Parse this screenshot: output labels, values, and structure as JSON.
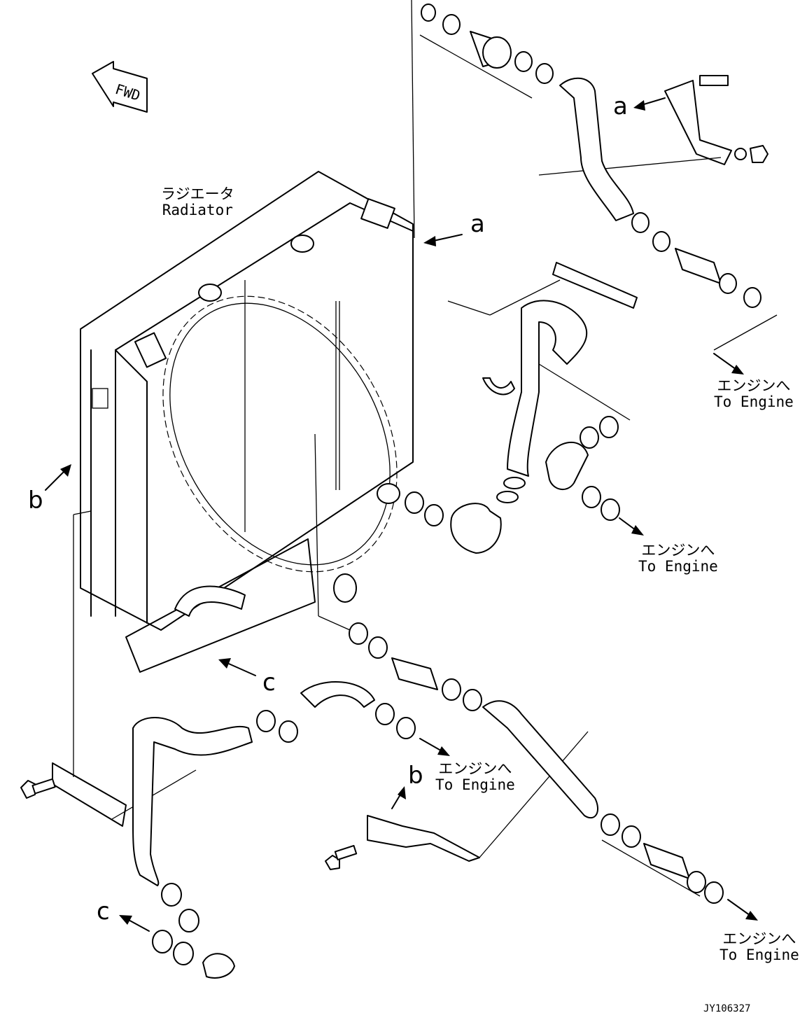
{
  "fwd_label": "FWD",
  "radiator": {
    "jp": "ラジエータ",
    "en": "Radiator"
  },
  "to_engine": [
    {
      "jp": "エンジンへ",
      "en": "To Engine"
    },
    {
      "jp": "エンジンへ",
      "en": "To Engine"
    },
    {
      "jp": "エンジンへ",
      "en": "To Engine"
    },
    {
      "jp": "エンジンへ",
      "en": "To Engine"
    }
  ],
  "refs": {
    "a": "a",
    "b": "b",
    "c": "c"
  },
  "drawing_code": "JY106327"
}
